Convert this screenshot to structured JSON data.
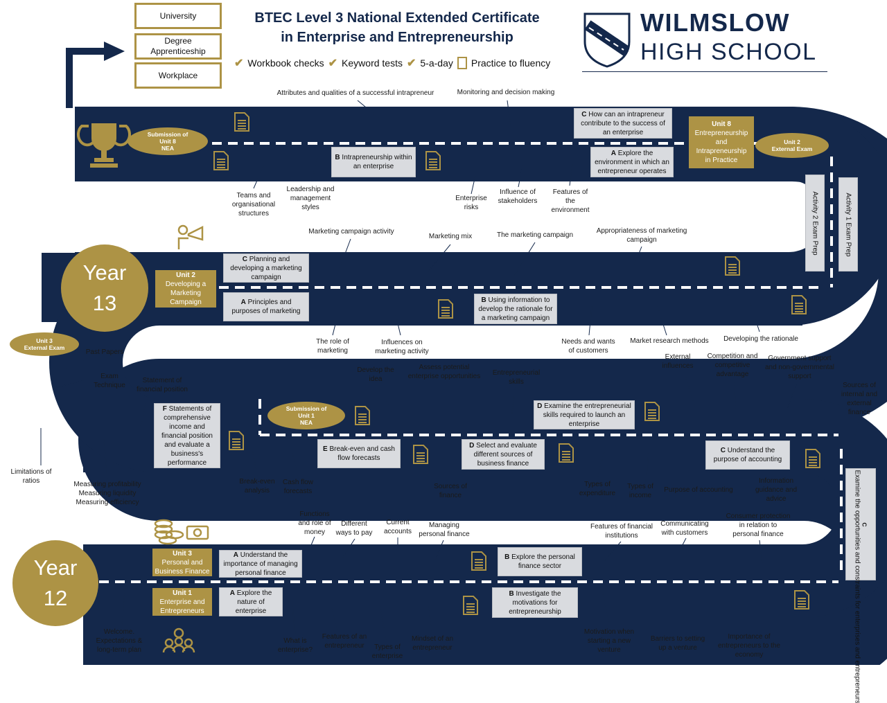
{
  "header": {
    "title": "BTEC Level 3 National Extended Certificate\nin Enterprise and Entrepreneurship",
    "checks": [
      "Workbook checks",
      "Keyword tests",
      "5-a-day",
      "Practice to fluency"
    ],
    "school_line1": "WILMSLOW",
    "school_line2": "HIGH SCHOOL"
  },
  "destinations": [
    "University",
    "Degree\nApprenticeship",
    "Workplace"
  ],
  "years": {
    "y13": "Year\n13",
    "y12": "Year\n12"
  },
  "units": {
    "u8": {
      "code": "Unit 8",
      "name": "Entrepreneurship\nand\nIntrapreneurship\nin Practice"
    },
    "u2": {
      "code": "Unit 2",
      "name": "Developing a\nMarketing\nCampaign"
    },
    "u3": {
      "code": "Unit 3",
      "name": "Personal and\nBusiness Finance"
    },
    "u1": {
      "code": "Unit 1",
      "name": "Enterprise and\nEntrepreneurs"
    }
  },
  "ovals": {
    "sub8": "Submission of\nUnit 8\nNEA",
    "u2exam": "Unit 2\nExternal Exam",
    "u3exam": "Unit 3\nExternal Exam",
    "sub1": "Submission of\nUnit 1\nNEA"
  },
  "prep": {
    "a2": "Activity 2 Exam Prep",
    "a1": "Activity 1 Exam Prep"
  },
  "lo": {
    "u8c": [
      "C",
      " How can an intrapreneur contribute to the success of an enterprise"
    ],
    "u8b": [
      "B",
      " Intrapreneurship within an enterprise"
    ],
    "u8a": [
      "A",
      " Explore the environment in which an entrepreneur operates"
    ],
    "u2c": [
      "C",
      " Planning and developing a marketing campaign"
    ],
    "u2a": [
      "A",
      " Principles and purposes of marketing"
    ],
    "u2b": [
      "B",
      " Using information to develop the rationale for a marketing campaign"
    ],
    "u3f": [
      "F",
      " Statements of comprehensive income and financial position and evaluate a business's performance"
    ],
    "u1d": [
      "D",
      " Examine the entrepreneurial skills required to launch an enterprise"
    ],
    "u3e": [
      "E",
      " Break-even and cash flow forecasts"
    ],
    "u3d": [
      "D",
      " Select and evaluate different sources of business finance"
    ],
    "u3c": [
      "C",
      " Understand the purpose of accounting"
    ],
    "u1c": [
      "C",
      " Examine the opportunities and constraints for enterprises and entrepreneurs"
    ],
    "u3a": [
      "A",
      " Understand the importance of managing personal finance"
    ],
    "u3b": [
      "B",
      " Explore the personal finance sector"
    ],
    "u1a": [
      "A",
      " Explore the nature of enterprise"
    ],
    "u1b": [
      "B",
      " Investigate the motivations for entrepreneurship"
    ]
  },
  "topics": [
    "Attributes and qualities of a successful intrapreneur",
    "Monitoring and decision making",
    "Teams and\norganisational\nstructures",
    "Leadership and\nmanagement\nstyles",
    "Enterprise\nrisks",
    "Influence of\nstakeholders",
    "Features of\nthe\nenvironment",
    "Marketing campaign activity",
    "Marketing mix",
    "The marketing campaign",
    "Appropriateness of marketing\ncampaign",
    "The role of\nmarketing",
    "Influences on\nmarketing activity",
    "Needs and wants\nof customers",
    "Market research methods",
    "Developing the rationale",
    "Past Papers",
    "Exam\nTechnique",
    "Statement of\nfinancial position",
    "Develop the\nidea",
    "Assess potential\nenterprise opportunities",
    "Entrepreneurial\nskills",
    "External\ninfluences",
    "Competition and\ncompetitive\nadvantage",
    "Government support\nand non-governmental\nsupport",
    "Sources of\ninternal and\nexternal\nfinance",
    "Limitations of\nratios",
    "Measuring profitability\nMeasuring liquidity\nMeasuring efficiency",
    "Break-even\nanalysis",
    "Cash flow\nforecasts",
    "Sources of\nfinance",
    "Types of\nexpenditure",
    "Types of\nincome",
    "Purpose of accounting",
    "Information\nguidance and\nadvice",
    "Functions\nand role of\nmoney",
    "Different\nways to pay",
    "Current\naccounts",
    "Managing\npersonal finance",
    "Features of financial\ninstitutions",
    "Communicating\nwith customers",
    "Consumer protection\nin relation to\npersonal finance",
    "Welcome.\nExpectations &\nlong-term plan",
    "What is\nenterprise?",
    "Features of an\nentrepreneur",
    "Types of\nenterprise",
    "Mindset of an\nentrepreneur",
    "Motivation when\nstarting a new\nventure",
    "Barriers to setting\nup a venture",
    "Importance of\nentrepreneurs to the\neconomy"
  ],
  "colors": {
    "navy": "#14284b",
    "gold": "#ad9345",
    "grey_box": "#d9dbdf"
  }
}
